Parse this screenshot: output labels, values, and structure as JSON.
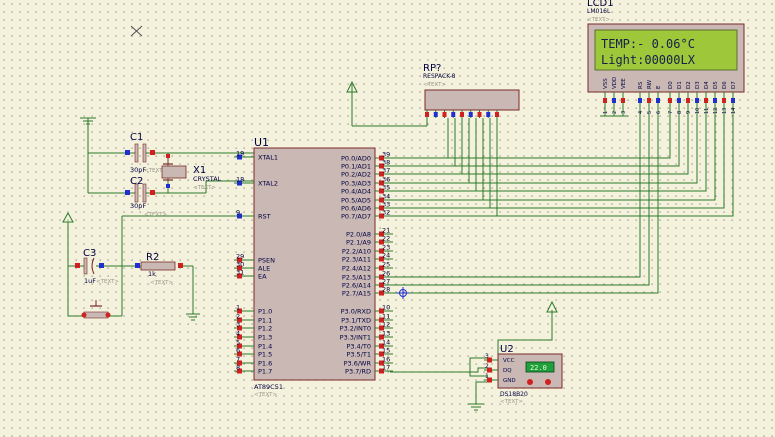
{
  "colors": {
    "background": "#f4f1dc",
    "grid_dot": "#8a8a7a",
    "wire": "#2a7a2a",
    "body_fill": "#c9b8b4",
    "body_stroke": "#7a2a2a",
    "text": "#000040",
    "pin_red": "#d02020",
    "pin_blue": "#2030d0",
    "lcd_screen": "#9fc73a",
    "lcd_text": "#16204a",
    "sensor_display": "#1fa03a"
  },
  "mcu": {
    "ref": "U1",
    "part": "AT89C51",
    "text_tag": "<TEXT>",
    "left_pins": [
      {
        "num": "19",
        "name": "XTAL1"
      },
      {
        "num": "18",
        "name": "XTAL2"
      },
      {
        "num": "9",
        "name": "RST"
      },
      {
        "num": "29",
        "name": "PSEN"
      },
      {
        "num": "30",
        "name": "ALE"
      },
      {
        "num": "31",
        "name": "EA"
      },
      {
        "num": "1",
        "name": "P1.0"
      },
      {
        "num": "2",
        "name": "P1.1"
      },
      {
        "num": "3",
        "name": "P1.2"
      },
      {
        "num": "4",
        "name": "P1.3"
      },
      {
        "num": "5",
        "name": "P1.4"
      },
      {
        "num": "6",
        "name": "P1.5"
      },
      {
        "num": "7",
        "name": "P1.6"
      },
      {
        "num": "8",
        "name": "P1.7"
      }
    ],
    "right_pins": [
      {
        "num": "39",
        "name": "P0.0/AD0"
      },
      {
        "num": "38",
        "name": "P0.1/AD1"
      },
      {
        "num": "37",
        "name": "P0.2/AD2"
      },
      {
        "num": "36",
        "name": "P0.3/AD3"
      },
      {
        "num": "35",
        "name": "P0.4/AD4"
      },
      {
        "num": "34",
        "name": "P0.5/AD5"
      },
      {
        "num": "33",
        "name": "P0.6/AD6"
      },
      {
        "num": "32",
        "name": "P0.7/AD7"
      },
      {
        "num": "21",
        "name": "P2.0/A8"
      },
      {
        "num": "22",
        "name": "P2.1/A9"
      },
      {
        "num": "23",
        "name": "P2.2/A10"
      },
      {
        "num": "24",
        "name": "P2.3/A11"
      },
      {
        "num": "25",
        "name": "P2.4/A12"
      },
      {
        "num": "26",
        "name": "P2.5/A13"
      },
      {
        "num": "27",
        "name": "P2.6/A14"
      },
      {
        "num": "28",
        "name": "P2.7/A15"
      },
      {
        "num": "10",
        "name": "P3.0/RXD"
      },
      {
        "num": "11",
        "name": "P3.1/TXD"
      },
      {
        "num": "12",
        "name": "P3.2/INT0"
      },
      {
        "num": "13",
        "name": "P3.3/INT1"
      },
      {
        "num": "14",
        "name": "P3.4/T0"
      },
      {
        "num": "15",
        "name": "P3.5/T1"
      },
      {
        "num": "16",
        "name": "P3.6/WR"
      },
      {
        "num": "17",
        "name": "P3.7/RD"
      }
    ]
  },
  "lcd": {
    "ref": "LCD1",
    "part": "LM016L",
    "text_tag": "<TEXT>",
    "line1": "TEMP:-  0.06°C",
    "line2": "Light:00000LX",
    "pins": [
      "VSS",
      "VDD",
      "VEE",
      "RS",
      "RW",
      "E",
      "D0",
      "D1",
      "D2",
      "D3",
      "D4",
      "D5",
      "D6",
      "D7"
    ],
    "pin_numbers": [
      "1",
      "2",
      "3",
      "4",
      "5",
      "6",
      "7",
      "8",
      "9",
      "10",
      "11",
      "12",
      "13",
      "14"
    ]
  },
  "rp": {
    "ref": "RP?",
    "part": "RESPACK-8",
    "text_tag": "<TEXT>"
  },
  "c1": {
    "ref": "C1",
    "value": "30pF",
    "text_tag": "<TEXT>"
  },
  "c2": {
    "ref": "C2",
    "value": "30pF",
    "text_tag": "<TEXT>"
  },
  "c3": {
    "ref": "C3",
    "value": "1uF",
    "text_tag": "<TEXT>"
  },
  "x1": {
    "ref": "X1",
    "part": "CRYSTAL",
    "text_tag": "<TEXT>"
  },
  "r2": {
    "ref": "R2",
    "value": "1k",
    "text_tag": "<TEXT>"
  },
  "u2": {
    "ref": "U2",
    "part": "DS18B20",
    "text_tag": "<TEXT>",
    "display": "22.0",
    "pins": [
      {
        "num": "3",
        "name": "VCC"
      },
      {
        "num": "2",
        "name": "DQ"
      },
      {
        "num": "1",
        "name": "GND"
      }
    ]
  }
}
